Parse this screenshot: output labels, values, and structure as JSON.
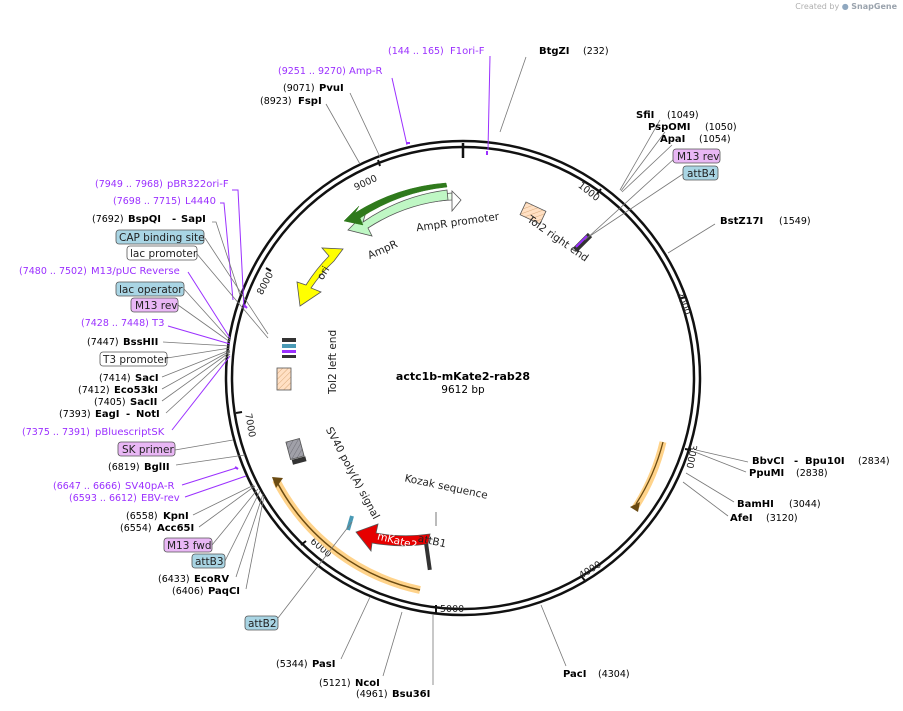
{
  "credit": {
    "prefix": "Created by",
    "brand": "SnapGene"
  },
  "plasmid": {
    "name": "actc1b-mKate2-rab28",
    "length": "9612 bp"
  },
  "ticks": [
    "1000",
    "2000",
    "3000",
    "4000",
    "5000",
    "6000",
    "7000",
    "8000",
    "9000"
  ],
  "enzymes_right": [
    {
      "name": "BtgZI",
      "pos": "(232)"
    },
    {
      "name": "SfiI",
      "pos": "(1049)"
    },
    {
      "name": "PspOMI",
      "pos": "(1050)"
    },
    {
      "name": "ApaI",
      "pos": "(1054)"
    },
    {
      "name": "BstZ17I",
      "pos": "(1549)"
    },
    {
      "name": "BbvCI",
      "name2": "Bpu10I",
      "pos": "(2834)"
    },
    {
      "name": "PpuMI",
      "pos": "(2838)"
    },
    {
      "name": "BamHI",
      "pos": "(3044)"
    },
    {
      "name": "AfeI",
      "pos": "(3120)"
    },
    {
      "name": "PacI",
      "pos": "(4304)"
    }
  ],
  "enzymes_left": [
    {
      "name": "PvuI",
      "pos": "(9071)"
    },
    {
      "name": "FspI",
      "pos": "(8923)"
    },
    {
      "name": "BspQI",
      "name2": "SapI",
      "pos": "(7692)"
    },
    {
      "name": "BssHII",
      "pos": "(7447)"
    },
    {
      "name": "SacI",
      "pos": "(7414)"
    },
    {
      "name": "Eco53kI",
      "pos": "(7412)"
    },
    {
      "name": "SacII",
      "pos": "(7405)"
    },
    {
      "name": "EagI",
      "name2": "NotI",
      "pos": "(7393)"
    },
    {
      "name": "BglII",
      "pos": "(6819)"
    },
    {
      "name": "KpnI",
      "pos": "(6558)"
    },
    {
      "name": "Acc65I",
      "pos": "(6554)"
    },
    {
      "name": "EcoRV",
      "pos": "(6433)"
    },
    {
      "name": "PaqCI",
      "pos": "(6406)"
    },
    {
      "name": "PasI",
      "pos": "(5344)"
    },
    {
      "name": "NcoI",
      "pos": "(5121)"
    },
    {
      "name": "Bsu36I",
      "pos": "(4961)"
    }
  ],
  "primers": [
    {
      "range": "(144 .. 165)",
      "name": "F1ori-F"
    },
    {
      "range": "(9251 .. 9270)",
      "name": "Amp-R"
    },
    {
      "range": "(7949 .. 7968)",
      "name": "pBR322ori-F"
    },
    {
      "range": "(7698 .. 7715)",
      "name": "L4440"
    },
    {
      "range": "(7480 .. 7502)",
      "name": "M13/pUC Reverse"
    },
    {
      "range": "(7428 .. 7448)",
      "name": "T3"
    },
    {
      "range": "(7375 .. 7391)",
      "name": "pBluescriptSK"
    },
    {
      "range": "(6647 .. 6666)",
      "name": "SV40pA-R"
    },
    {
      "range": "(6593 .. 6612)",
      "name": "EBV-rev"
    }
  ],
  "boxed_labels": [
    {
      "text": "M13 rev",
      "kind": "primer"
    },
    {
      "text": "attB4",
      "kind": "site"
    },
    {
      "text": "CAP binding site",
      "kind": "site"
    },
    {
      "text": "lac promoter",
      "kind": "promoter"
    },
    {
      "text": "lac operator",
      "kind": "site"
    },
    {
      "text": "M13 rev",
      "kind": "primer"
    },
    {
      "text": "T3 promoter",
      "kind": "promoter"
    },
    {
      "text": "SK primer",
      "kind": "primer"
    },
    {
      "text": "M13 fwd",
      "kind": "primer"
    },
    {
      "text": "attB3",
      "kind": "site"
    },
    {
      "text": "attB2",
      "kind": "site"
    }
  ],
  "features": {
    "ampr_promoter": "AmpR promoter",
    "ampr": "AmpR",
    "tol2_right": "Tol2 right end",
    "ori": "ori",
    "tol2_left": "Tol2 left end",
    "sv40": "SV40 poly(A) signal",
    "kozak": "Kozak sequence",
    "attb1": "attB1",
    "mkate2": "mKate2"
  },
  "colors": {
    "purple": "#9b30ff",
    "primer_fill": "#e9b7f5",
    "site_fill": "#a9d5e4",
    "ampr_fill": "#bff7c4",
    "ori_fill": "#ffff00",
    "mkate2_fill": "#e60000",
    "tol2_fill": "#ffe0c4"
  }
}
